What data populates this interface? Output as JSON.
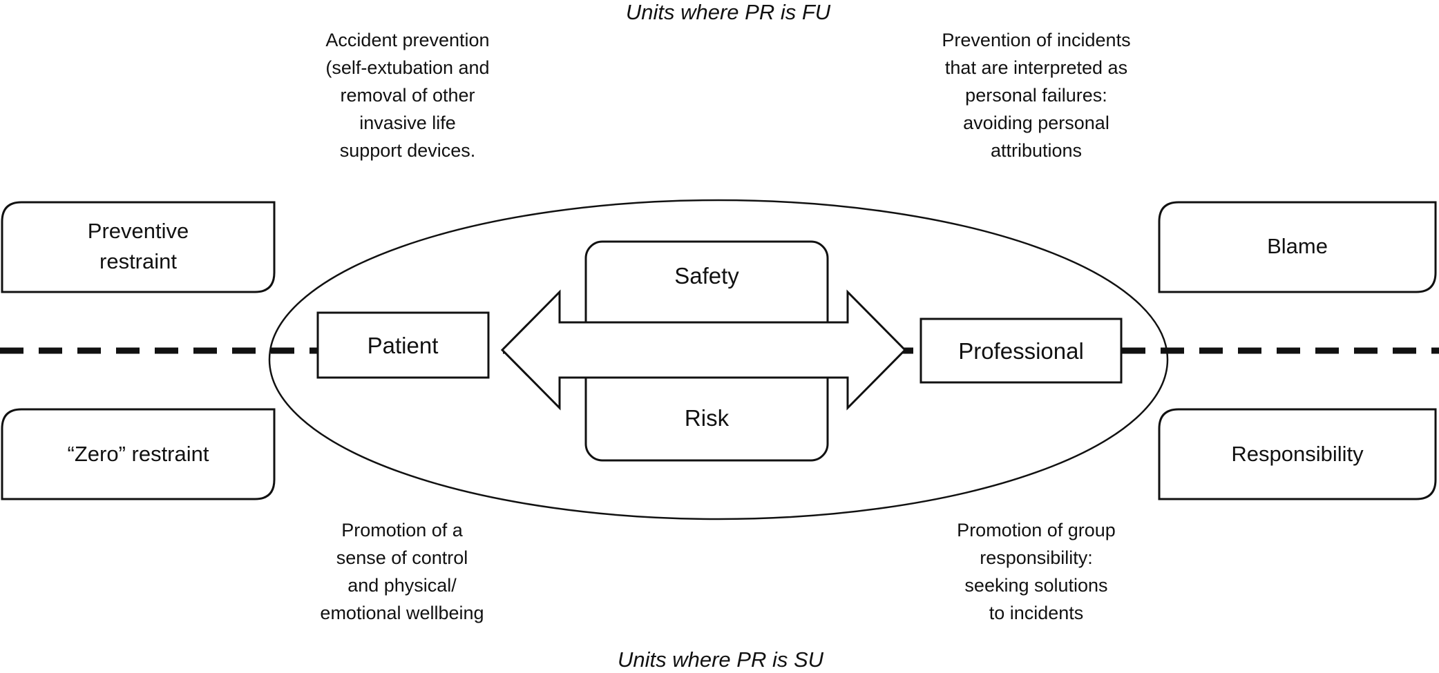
{
  "figure": {
    "top_caption": "Units where PR is FU",
    "bottom_caption": "Units where PR is SU",
    "annotations": {
      "top_left": "Accident prevention\n(self-extubation and\nremoval of other\ninvasive life\nsupport devices.",
      "top_right": "Prevention of incidents\nthat are interpreted as\npersonal failures:\navoiding personal\nattributions",
      "bottom_left": "Promotion of a\nsense of control\nand physical/\nemotional wellbeing",
      "bottom_right": "Promotion of group\nresponsibility:\nseeking solutions\nto incidents"
    },
    "side_boxes": {
      "top_left": "Preventive\nrestraint",
      "bottom_left": "“Zero” restraint",
      "top_right": "Blame",
      "bottom_right": "Responsibility"
    },
    "center": {
      "left_node": "Patient",
      "right_node": "Professional",
      "top_node": "Safety",
      "bottom_node": "Risk"
    },
    "colors": {
      "stroke": "#111111",
      "background": "#ffffff"
    }
  }
}
